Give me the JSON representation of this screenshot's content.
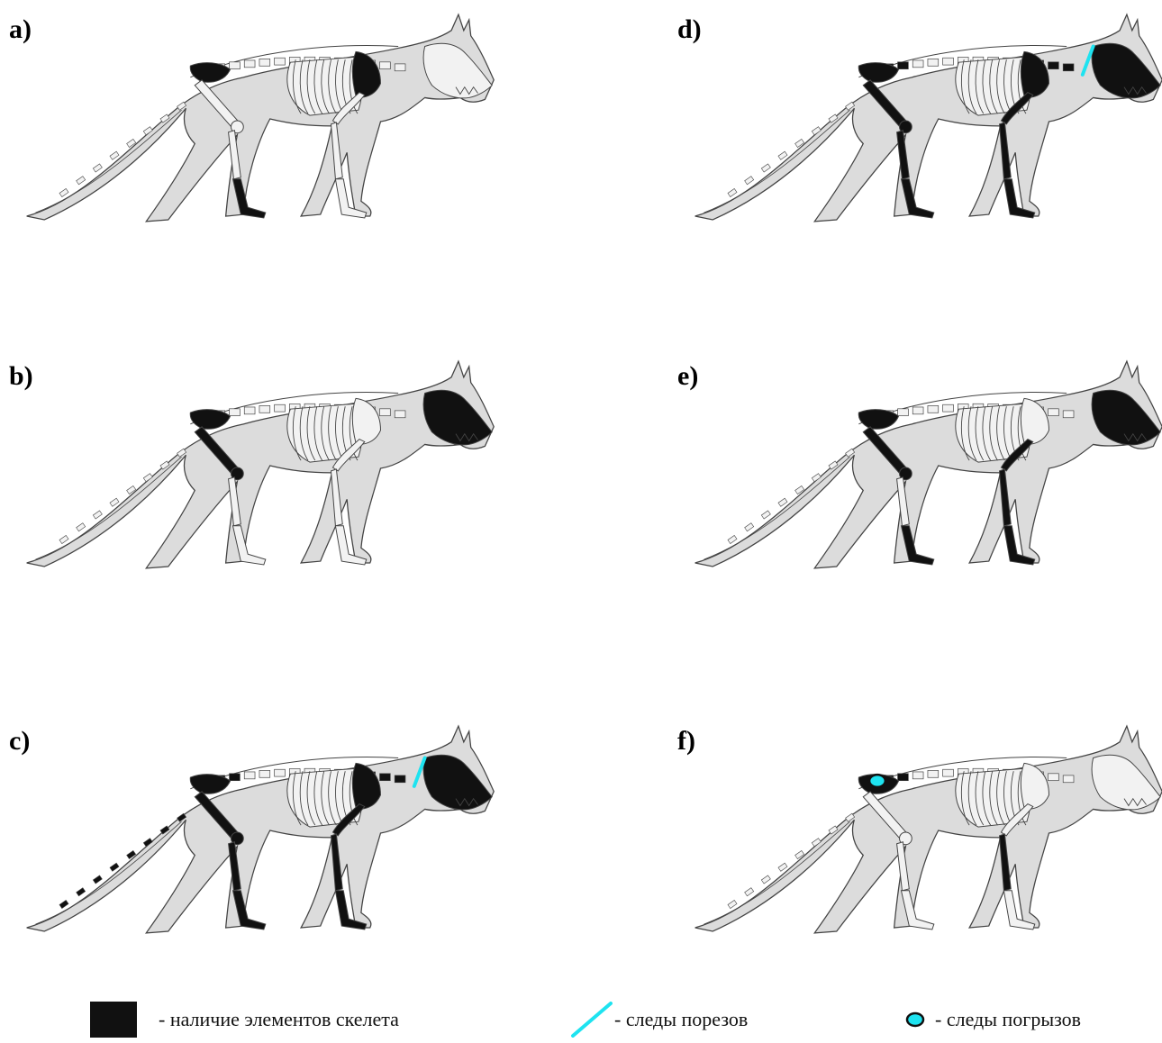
{
  "panels": [
    {
      "label": "a)",
      "present": [
        "pelvis",
        "scapula",
        "lower-hind"
      ],
      "cut": false,
      "gnaw": false
    },
    {
      "label": "b)",
      "present": [
        "skull",
        "femur",
        "pelvis"
      ],
      "cut": false,
      "gnaw": false
    },
    {
      "label": "c)",
      "present": [
        "skull",
        "femur",
        "pelvis",
        "tibia",
        "lower-hind",
        "scapula",
        "humerus",
        "radius",
        "lower-fore",
        "tail-vert",
        "spine-vert",
        "neck-vert"
      ],
      "cut": true,
      "gnaw": false
    },
    {
      "label": "d)",
      "present": [
        "skull",
        "femur",
        "pelvis",
        "tibia",
        "lower-hind",
        "scapula",
        "humerus",
        "radius",
        "lower-fore",
        "spine-vert",
        "neck-vert"
      ],
      "cut": true,
      "gnaw": false
    },
    {
      "label": "e)",
      "present": [
        "skull",
        "femur",
        "pelvis",
        "humerus",
        "radius",
        "lower-hind",
        "lower-fore"
      ],
      "cut": false,
      "gnaw": false
    },
    {
      "label": "f)",
      "present": [
        "pelvis",
        "spine-vert",
        "radius"
      ],
      "cut": false,
      "gnaw": true
    }
  ],
  "legend": {
    "presence_text": "- наличие элементов скелета",
    "cut_text": "- следы порезов",
    "gnaw_text": "- следы погрызов"
  },
  "colors": {
    "body_fill": "#dcdcdc",
    "outline": "#444444",
    "bone_fill": "#f2f2f2",
    "present_fill": "#111111",
    "cut_color": "#1ee3f0",
    "gnaw_fill": "#1ee3f0"
  }
}
